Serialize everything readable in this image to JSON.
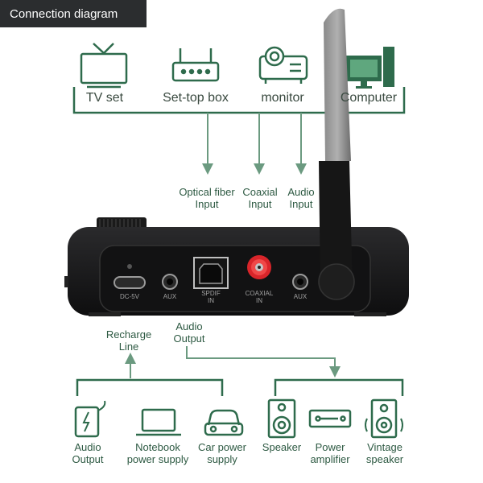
{
  "header": {
    "title": "Connection diagram"
  },
  "sources": [
    {
      "label": "TV set",
      "icon": "tv-icon"
    },
    {
      "label": "Set-top box",
      "icon": "router-icon"
    },
    {
      "label": "monitor",
      "icon": "projector-icon"
    },
    {
      "label": "Computer",
      "icon": "computer-icon"
    }
  ],
  "inputs": [
    {
      "line1": "Optical fiber",
      "line2": "Input"
    },
    {
      "line1": "Coaxial",
      "line2": "Input"
    },
    {
      "line1": "Audio",
      "line2": "Input"
    }
  ],
  "device": {
    "ports": {
      "dc": "DC-5V",
      "aux1": "AUX",
      "spdif_line1": "SPDIF",
      "spdif_line2": "IN",
      "coax_line1": "COAXIAL",
      "coax_line2": "IN",
      "aux2": "AUX"
    }
  },
  "middle": {
    "recharge": {
      "line1": "Recharge",
      "line2": "Line"
    },
    "audio_output": {
      "line1": "Audio",
      "line2": "Output"
    }
  },
  "power_sources": [
    {
      "line1": "Audio",
      "line2": "Output",
      "icon": "power-bank-icon"
    },
    {
      "line1": "Notebook",
      "line2": "power supply",
      "icon": "laptop-icon"
    },
    {
      "line1": "Car power",
      "line2": "supply",
      "icon": "car-icon"
    }
  ],
  "outputs": [
    {
      "line1": "Speaker",
      "line2": "",
      "icon": "speaker-icon"
    },
    {
      "line1": "Power",
      "line2": "amplifier",
      "icon": "amplifier-icon"
    },
    {
      "line1": "Vintage",
      "line2": "speaker",
      "icon": "vintage-speaker-icon"
    }
  ],
  "colors": {
    "accent": "#2e6b4c",
    "device": "#1c1c1e",
    "coax_red": "#d9252a"
  }
}
